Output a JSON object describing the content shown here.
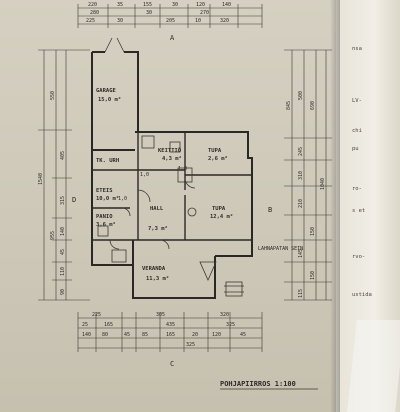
{
  "title": "POHJAPIIRROS 1:100",
  "axis_markers": [
    "A",
    "B",
    "C",
    "D"
  ],
  "rooms": [
    {
      "id": "garage",
      "name": "GARAGE",
      "area": "15,0 m²"
    },
    {
      "id": "kitchen",
      "name": "KEITTIÖ",
      "area": "4,3 m²"
    },
    {
      "id": "room-top-right",
      "name": "TUPA",
      "area": "2,6 m²"
    },
    {
      "id": "utility",
      "name": "TK. URH",
      "area": ""
    },
    {
      "id": "hall-left",
      "name": "ETEIS",
      "area": "10,0 m²"
    },
    {
      "id": "hall",
      "name": "HALL",
      "area": "7,3 m²"
    },
    {
      "id": "living",
      "name": "TUPA",
      "area": "12,4 m²"
    },
    {
      "id": "sauna",
      "name": "PANIO",
      "area": "3,6 m²"
    },
    {
      "id": "veranda",
      "name": "VERANDA",
      "area": "11,3 m²"
    }
  ],
  "annotations": {
    "window_note": "LAHNAPATAN SEIN",
    "small_marks": [
      "1,0",
      "1,0",
      "1,0"
    ]
  },
  "dimensions": {
    "top": {
      "row1": [
        "220",
        "35",
        "155",
        "30",
        "120",
        "140"
      ],
      "row2": [
        "280",
        "30",
        "270"
      ],
      "row3": [
        "225",
        "30",
        "205",
        "10",
        "320"
      ]
    },
    "bottom": {
      "row1": [
        "225",
        "305",
        "320"
      ],
      "row2": [
        "25",
        "165",
        "435",
        "325"
      ],
      "row3": [
        "140",
        "80",
        "45",
        "85",
        "165",
        "20",
        "120",
        "45"
      ],
      "row4": [
        "325"
      ]
    },
    "left": {
      "outer": [
        "1540"
      ],
      "middle": [
        "550",
        "955"
      ],
      "inner": [
        "405",
        "315",
        "140",
        "45",
        "110",
        "90"
      ]
    },
    "right": {
      "outer": [
        "1040"
      ],
      "middle": [
        "500",
        "690",
        "845"
      ],
      "inner": [
        "245",
        "310",
        "210",
        "150",
        "145",
        "150",
        "115"
      ]
    }
  },
  "side_sheet_text": [
    "nsa",
    "LV-",
    "chi",
    "pu",
    "ro-",
    "s et",
    "rvo-",
    "ustida"
  ]
}
